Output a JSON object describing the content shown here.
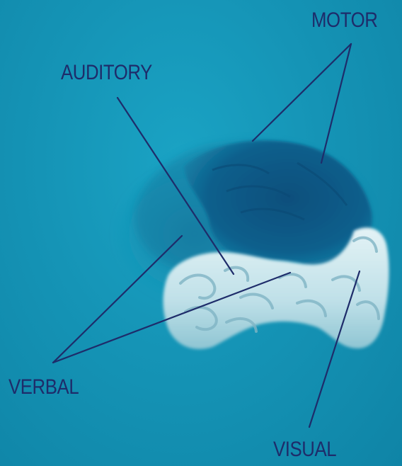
{
  "diagram": {
    "labels": {
      "motor": "MOTOR",
      "auditory": "AUDITORY",
      "verbal": "VERBAL",
      "visual": "VISUAL"
    },
    "colors": {
      "background": "#1594b6",
      "dark_region": "#0f5a86",
      "light_region": "#c8e6ec",
      "text_and_lines": "#1e2c6a"
    }
  }
}
